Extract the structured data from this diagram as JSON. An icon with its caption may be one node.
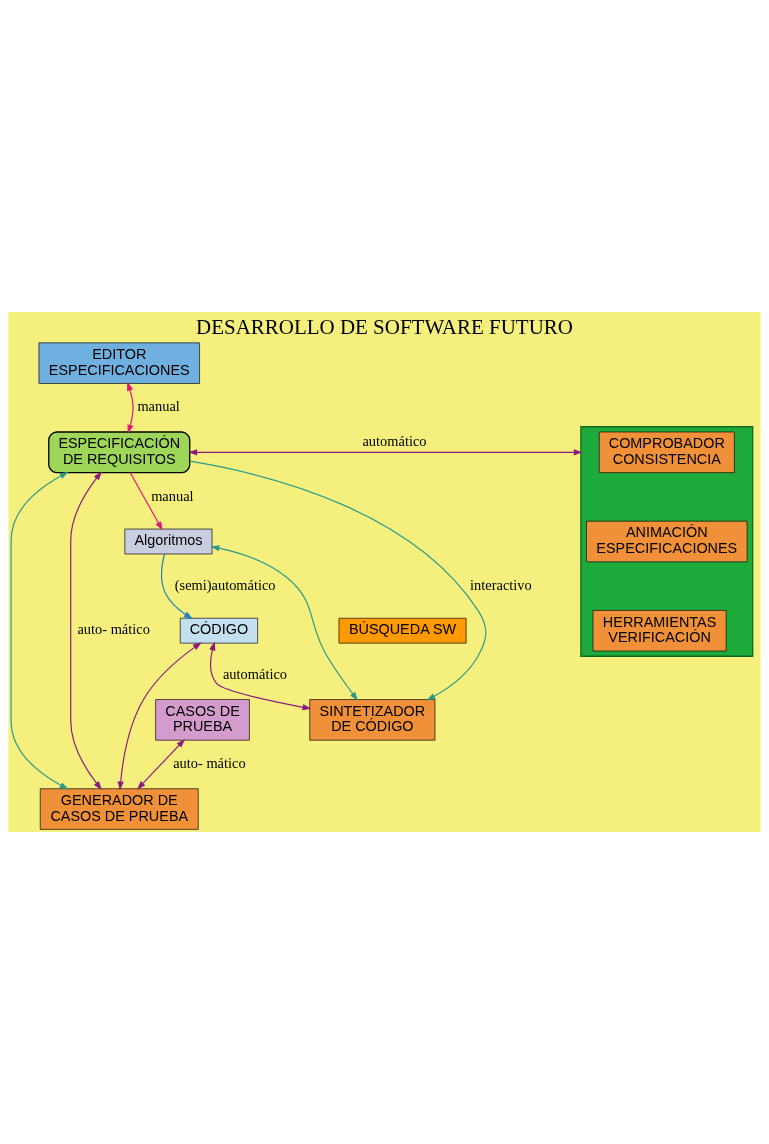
{
  "diagram": {
    "title": "DESARROLLO DE SOFTWARE FUTURO",
    "nodes": [
      {
        "text": [
          "EDITOR ESPECIFICACIONES"
        ]
      },
      {
        "text": [],
        "shape": "box"
      },
      {
        "text": [
          "COMPROBADOR CONSISTENCIA"
        ],
        "in": 1
      },
      {
        "text": [
          "ANIMACIÓN ESPECIFICACIONES"
        ],
        "in": 1
      },
      {
        "text": [
          "HERRAMIENTAS VERIFICACIÓN"
        ],
        "in": 1
      },
      {
        "text": [
          "BÚSQUEDA SW"
        ]
      },
      {
        "text": [
          "ESPECIFICACIÓN DE REQUISITOS"
        ]
      },
      {
        "text": [
          "Algoritmos"
        ]
      },
      {
        "text": [
          "SINTETIZADOR DE CÓDIGO"
        ]
      },
      {
        "text": [
          "CÓDIGO"
        ]
      },
      {
        "text": [
          "GENERADOR DE CASOS DE PRUEBA"
        ]
      },
      {
        "text": [
          "CASOS DE PRUEBA"
        ]
      }
    ],
    "edges": [
      {
        "from": 6,
        "to": 0,
        "arrow": "both",
        "label": "manual",
        "color": "#e0157f"
      },
      {
        "from": 6,
        "to": 1,
        "arrow": "both",
        "label": "automático"
      },
      {
        "from": 6,
        "to": 7,
        "arrow": "to",
        "label": "manual",
        "color": "#e0157f"
      },
      {
        "from": 7,
        "to": 9,
        "arrow": "to",
        "label": "(semi)automático",
        "color": "#1f7fc0"
      },
      {
        "from": 6,
        "to": 8,
        "arrow": "to",
        "label": "interactivo",
        "color": "#2a9a8a"
      },
      {
        "from": 7,
        "to": 8,
        "arrow": "both",
        "color": "#2a9a8a"
      },
      {
        "from": 6,
        "to": 10,
        "arrow": "both",
        "color": "#2a9a8a"
      },
      {
        "from": 9,
        "to": 8,
        "arrow": "both",
        "label": "automático"
      },
      {
        "from": 6,
        "to": 10,
        "arrow": "both",
        "label": "auto- mático"
      },
      {
        "from": 9,
        "to": 10,
        "arrow": "both"
      },
      {
        "from": 11,
        "to": 10,
        "arrow": "both",
        "label": "auto- mático"
      }
    ]
  }
}
